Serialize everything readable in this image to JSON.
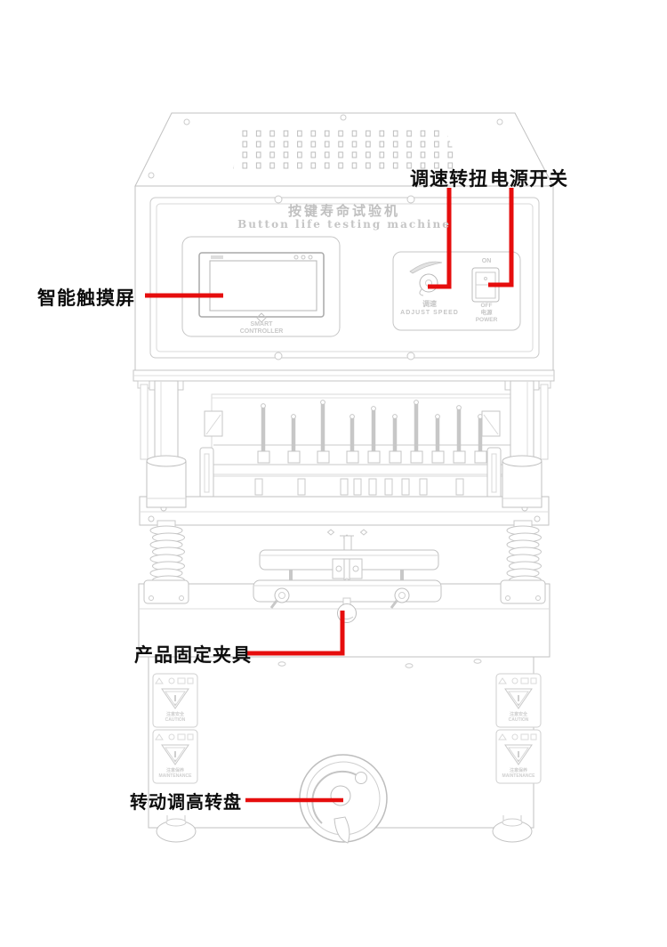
{
  "colors": {
    "annotation_line": "#e60d0d",
    "label_text": "#0d0d0d",
    "sketch_line": "#c6c6c6"
  },
  "annotations": {
    "speed_knob_label": "调速转扭",
    "power_switch_label": "电源开关",
    "touch_screen_label": "智能触摸屏",
    "fixture_label": "产品固定夹具",
    "handwheel_label": "转动调高转盘"
  },
  "machine": {
    "title_cn": "按键寿命试验机",
    "title_en": "Button life testing machine",
    "screen_caption_line1": "SMART",
    "screen_caption_line2": "CONTROLLER",
    "knob_label_cn": "调速",
    "knob_label_en": "ADJUST SPEED",
    "switch_on": "ON",
    "switch_off": "OFF",
    "switch_cn": "电源",
    "switch_en": "POWER",
    "warning_top_cn": "注意安全",
    "warning_top_en": "CAUTION",
    "warning_bottom_cn": "注意保养",
    "warning_bottom_en": "MAINTENANCE"
  }
}
